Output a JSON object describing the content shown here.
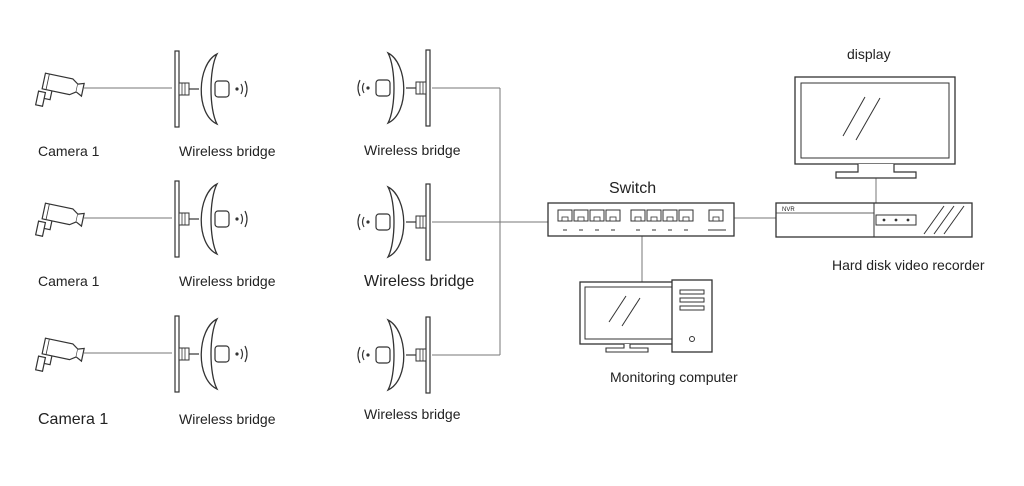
{
  "labels": {
    "camera_row1": "Camera 1",
    "camera_row2": "Camera 1",
    "camera_row3": "Camera 1",
    "bridge_tx_row1": "Wireless bridge",
    "bridge_tx_row2": "Wireless bridge",
    "bridge_tx_row3": "Wireless bridge",
    "bridge_rx_row1": "Wireless bridge",
    "bridge_rx_row2": "Wireless bridge",
    "bridge_rx_row3": "Wireless bridge",
    "switch": "Switch",
    "display": "display",
    "nvr_badge": "NVR",
    "nvr": "Hard disk video recorder",
    "computer": "Monitoring computer"
  },
  "colors": {
    "stroke": "#333333",
    "light_stroke": "#777777",
    "text": "#222222"
  }
}
